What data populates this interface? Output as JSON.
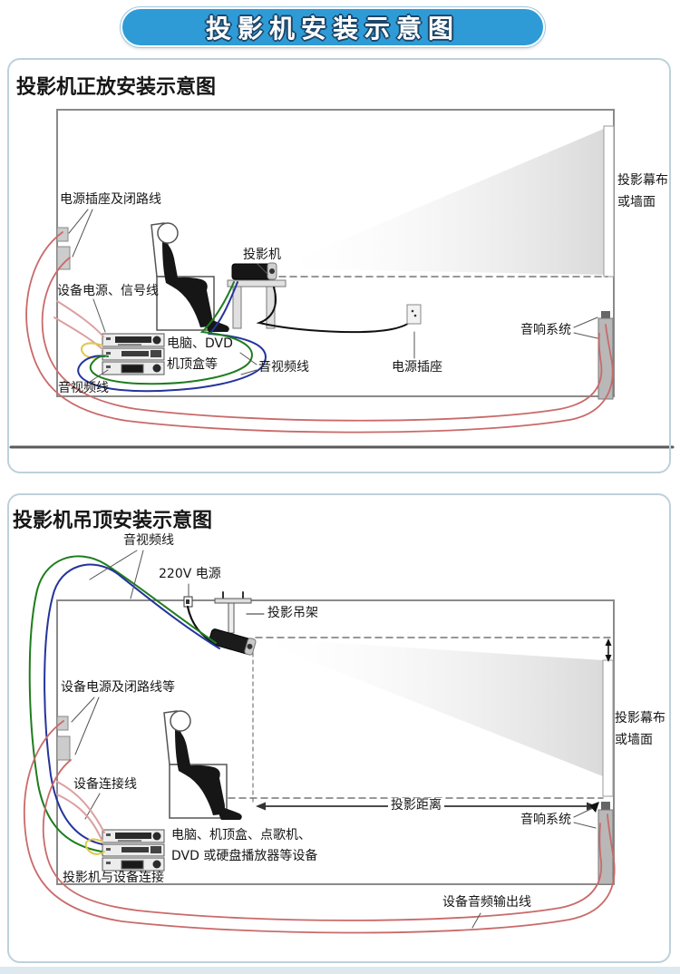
{
  "title": "投影机安装示意图",
  "panel1": {
    "heading": "投影机正放安装示意图",
    "labels": {
      "socket_closed_line": "电源插座及闭路线",
      "device_power_signal": "设备电源、信号线",
      "projector": "投影机",
      "av_cable_right": "音视频线",
      "power_socket": "电源插座",
      "devices_line1": "电脑、DVD",
      "devices_line2": "机顶盒等",
      "av_cable_left": "音视频线",
      "audio_system": "音响系统",
      "screen_line1": "投影幕布",
      "screen_line2": "或墙面"
    }
  },
  "panel2": {
    "heading": "投影机吊顶安装示意图",
    "labels": {
      "av_cable": "音视频线",
      "power_220v": "220V 电源",
      "ceiling_mount": "投影吊架",
      "socket_closed_line": "设备电源及闭路线等",
      "device_connect": "设备连接线",
      "devices_line1": "电脑、机顶盒、点歌机、",
      "devices_line2": "DVD 或硬盘播放器等设备",
      "projector_device_connect": "投影机与设备连接",
      "projection_distance": "投影距离",
      "audio_system": "音响系统",
      "screen_line1": "投影幕布",
      "screen_line2": "或墙面",
      "audio_output": "设备音频输出线"
    }
  },
  "colors": {
    "title_bg": "#2e9bd6",
    "panel_border": "#bdd1db",
    "cable_red": "#c96a6a",
    "cable_pink": "#dca0a0",
    "cable_green": "#1e7d1e",
    "cable_blue": "#24349c",
    "cable_yellow": "#ddc94a",
    "beam_gray": "#d8d8d8"
  }
}
